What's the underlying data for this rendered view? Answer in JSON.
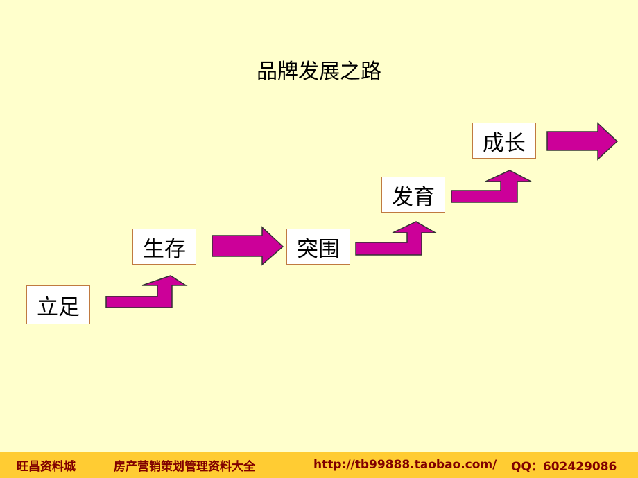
{
  "title": "品牌发展之路",
  "stages": [
    "立足",
    "生存",
    "突围",
    "发育",
    "成长"
  ],
  "colors": {
    "arrow_fill": "#cc0099",
    "arrow_stroke": "#333333",
    "box_border": "#c07a40",
    "background": "#ffffcc",
    "footer_bg": "#ffcc33",
    "footer_text": "#800000"
  },
  "footer": {
    "brand": "旺昌资料城",
    "tagline": "房产营销策划管理资料大全",
    "url": "http://tb99888.taobao.com/",
    "qq": "QQ：602429086"
  }
}
